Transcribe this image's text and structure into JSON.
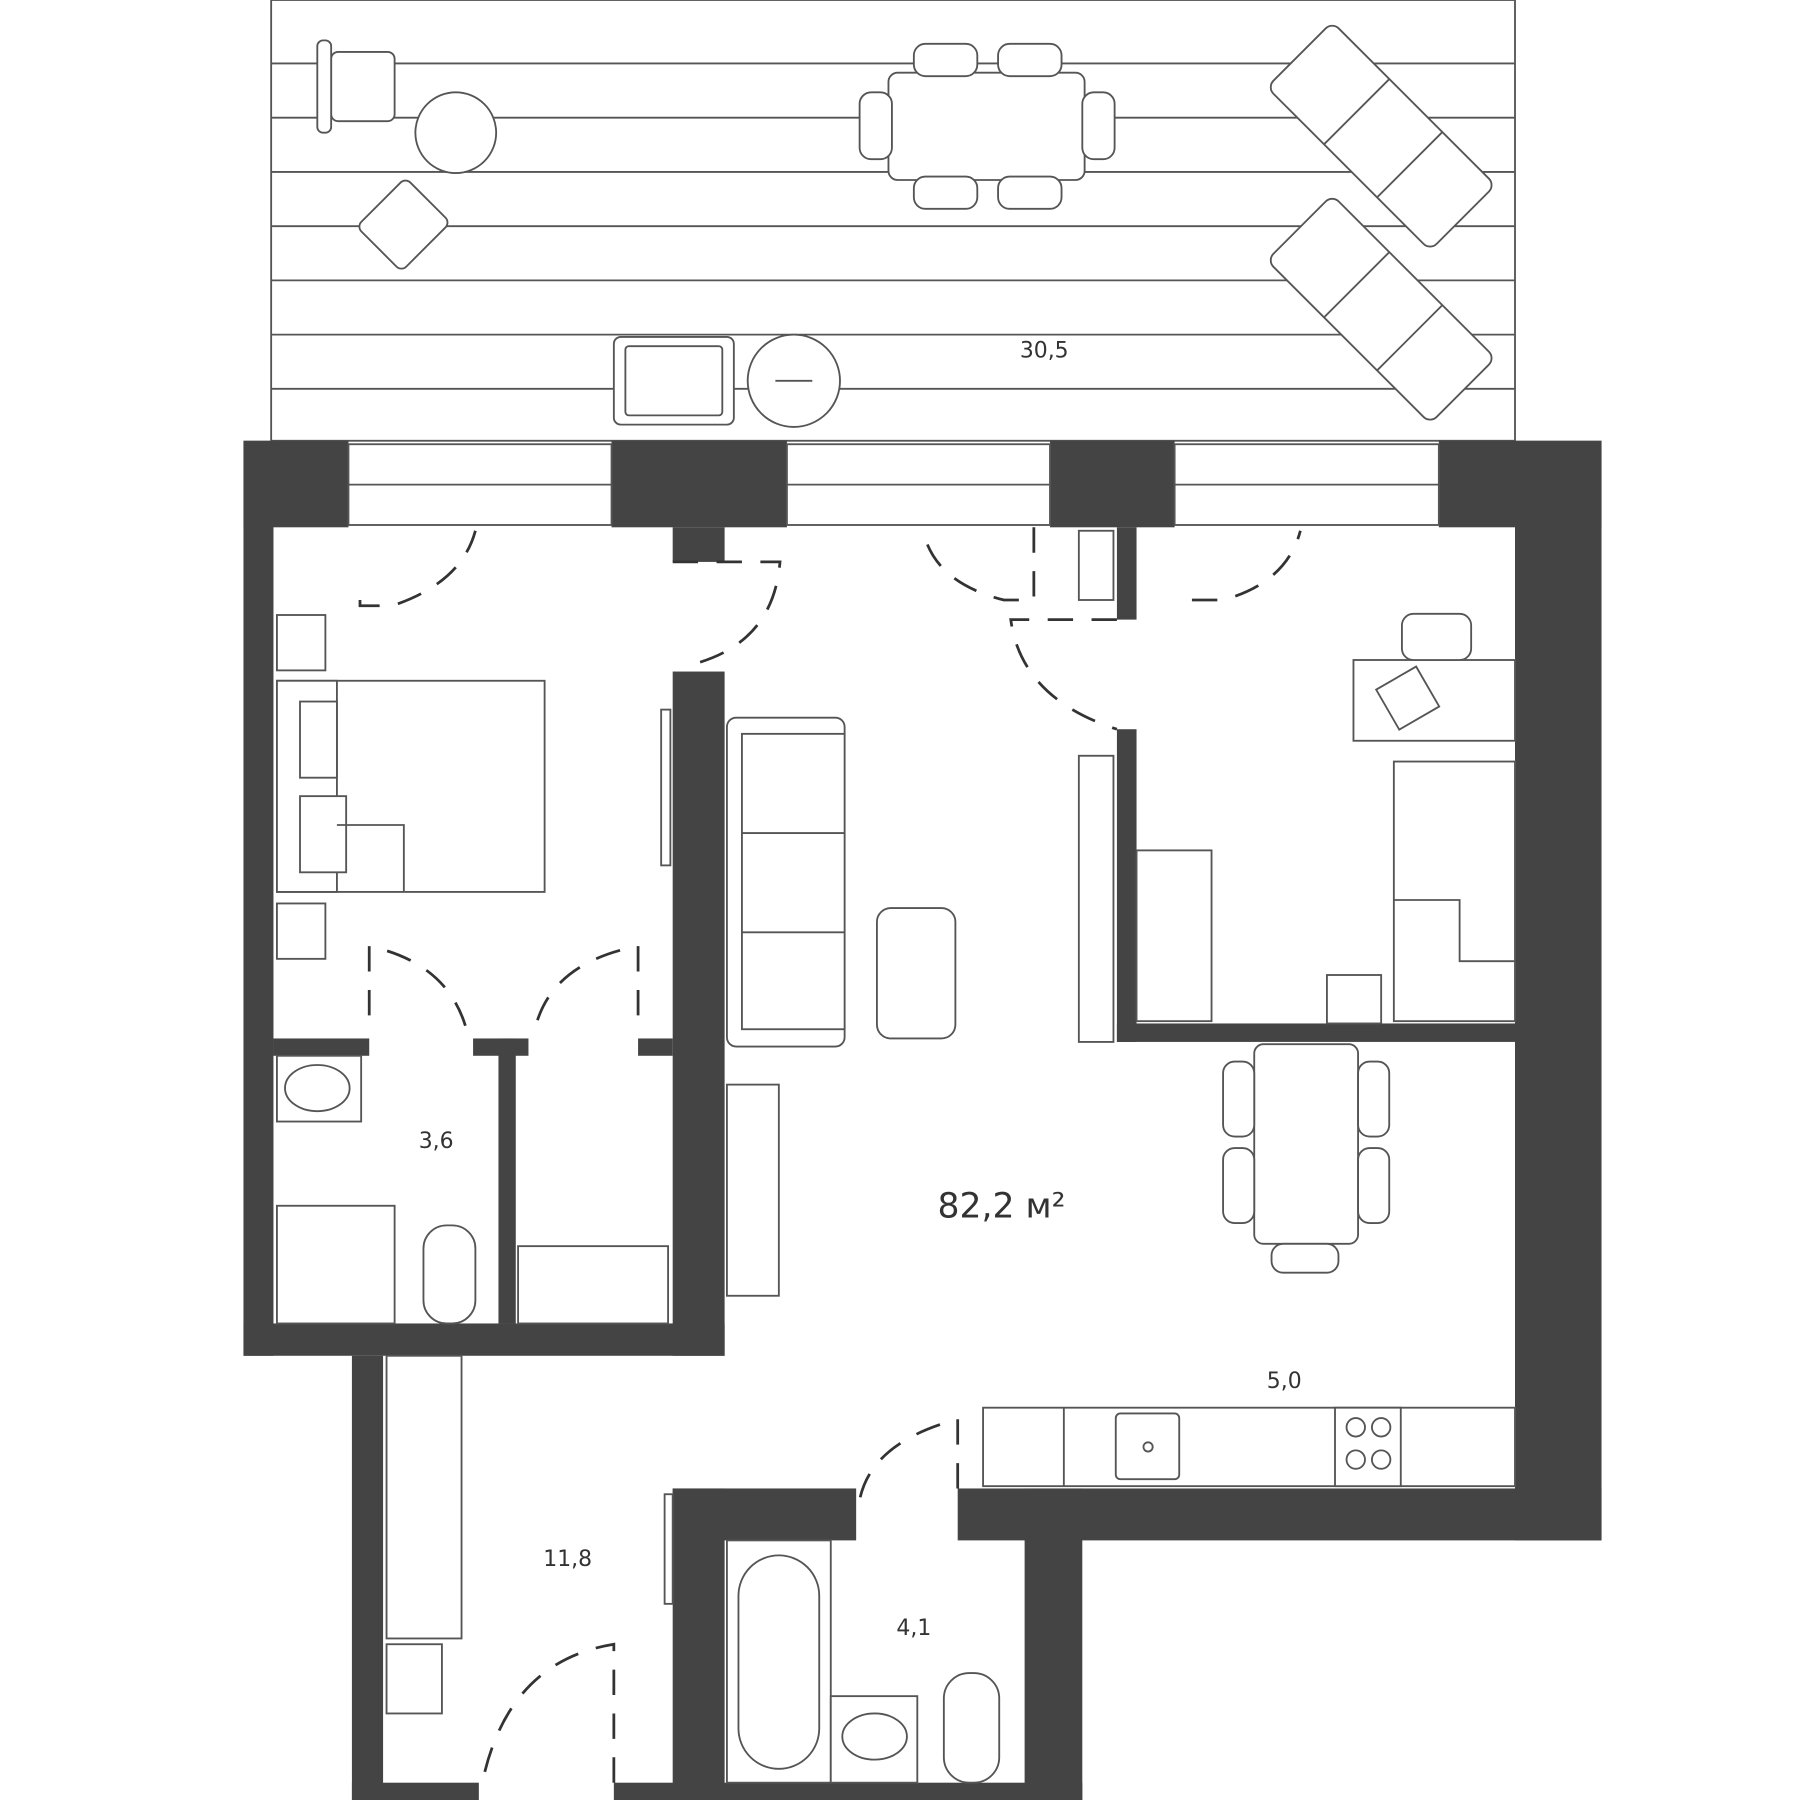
{
  "plan": {
    "total_area": "82,2 м²",
    "rooms": [
      {
        "id": "terrace",
        "area": "30,5"
      },
      {
        "id": "bathroom-1",
        "area": "3,6"
      },
      {
        "id": "kitchen",
        "area": "5,0"
      },
      {
        "id": "hallway",
        "area": "11,8"
      },
      {
        "id": "bathroom-2",
        "area": "4,1"
      }
    ]
  },
  "colors": {
    "wall": "#444444",
    "line": "#555555",
    "background": "#ffffff"
  }
}
